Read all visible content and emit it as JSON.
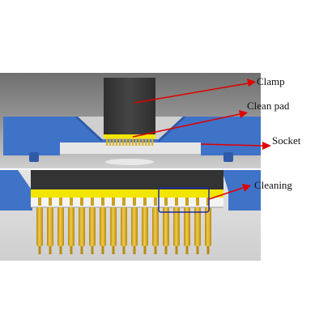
{
  "labels": {
    "clamp": "Clamp",
    "clean_pad": "Clean pad",
    "socket": "Socket",
    "cleaning": "Cleaning"
  },
  "colors": {
    "background": "#ffffff",
    "chamber_top": "#7b7b7b",
    "chamber_bottom": "#d9d9d9",
    "socket_blue": "#3f73c8",
    "clamp_dark": "#3a3a3a",
    "pad_yellow": "#f2e600",
    "pin_gold": "#d9b025",
    "arrow_red": "#e00000",
    "highlight_box": "#1f2aa0"
  },
  "icons": {
    "arrow": "red-arrow"
  }
}
